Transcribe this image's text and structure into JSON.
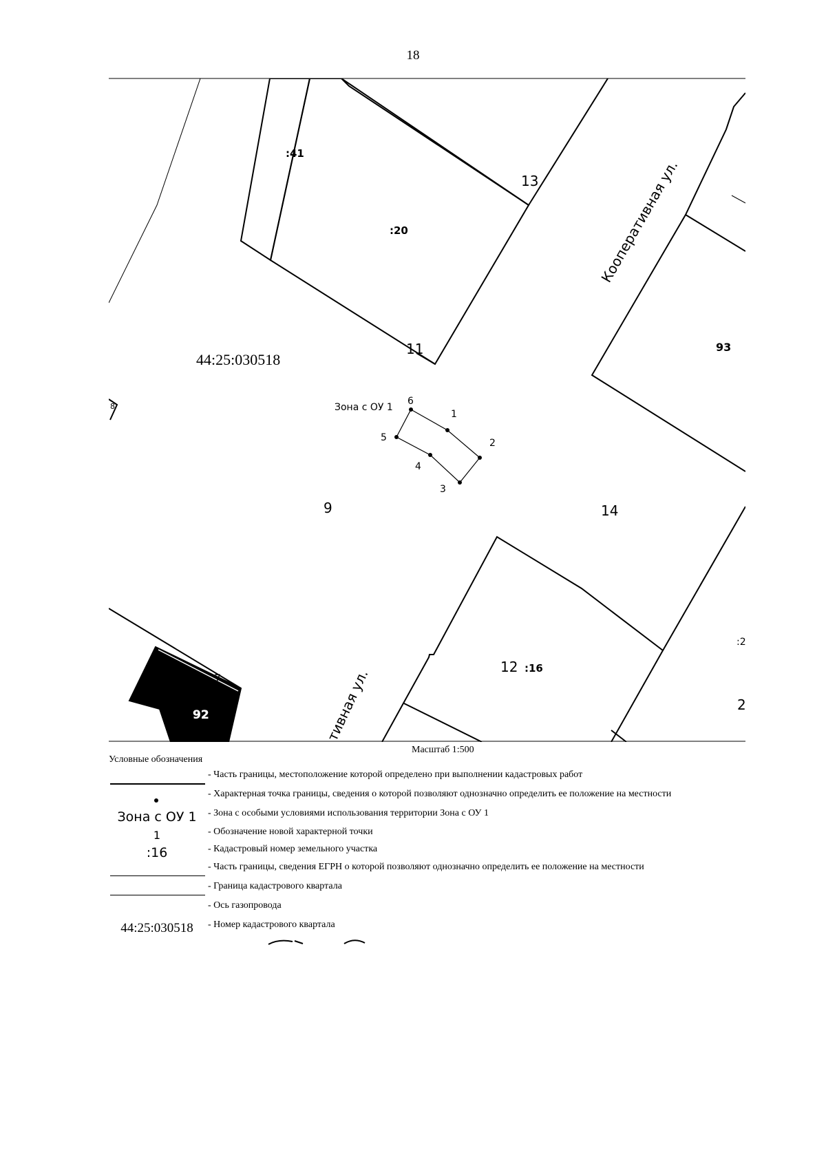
{
  "page_number": "18",
  "map": {
    "labels": {
      "parcel_41": ":41",
      "parcel_20": ":20",
      "point_13": "13",
      "point_11": "11",
      "street_top": "Кооперативная ул.",
      "parcel_93": "93",
      "quarter_number": "44:25:030518",
      "zone_label": "Зона с ОУ 1",
      "pt1": "1",
      "pt2": "2",
      "pt3": "3",
      "pt4": "4",
      "pt5": "5",
      "pt6": "6",
      "point_9": "9",
      "point_14": "14",
      "parcel_92": "92",
      "street_bottom": "тивная ул.",
      "point_7": "7",
      "point_12": "12",
      "parcel_16": ":16",
      "parcel_2": ":2",
      "point_2_edge": "2",
      "edge_8": "8"
    },
    "scale": "Масштаб 1:500"
  },
  "legend": {
    "title": "Условные обозначения",
    "items": [
      {
        "symbol": "",
        "desc": "- Часть границы, местоположение которой определено при выполнении кадастровых работ"
      },
      {
        "symbol": "",
        "desc": "- Характерная точка границы, сведения о которой позволяют однозначно определить ее положение на местности"
      },
      {
        "symbol": "Зона с ОУ 1",
        "desc": "- Зона с особыми условиями использования территории Зона с ОУ 1"
      },
      {
        "symbol": "1",
        "desc": "- Обозначение новой характерной точки"
      },
      {
        "symbol": ":16",
        "desc": "- Кадастровый номер земельного участка"
      },
      {
        "symbol": "",
        "desc": "- Часть границы, сведения ЕГРН о которой позволяют однозначно определить ее положение на местности"
      },
      {
        "symbol": "",
        "desc": "- Граница кадастрового квартала"
      },
      {
        "symbol": "",
        "desc": "- Ось газопровода"
      },
      {
        "symbol": "44:25:030518",
        "desc": "- Номер кадастрового квартала"
      }
    ]
  }
}
